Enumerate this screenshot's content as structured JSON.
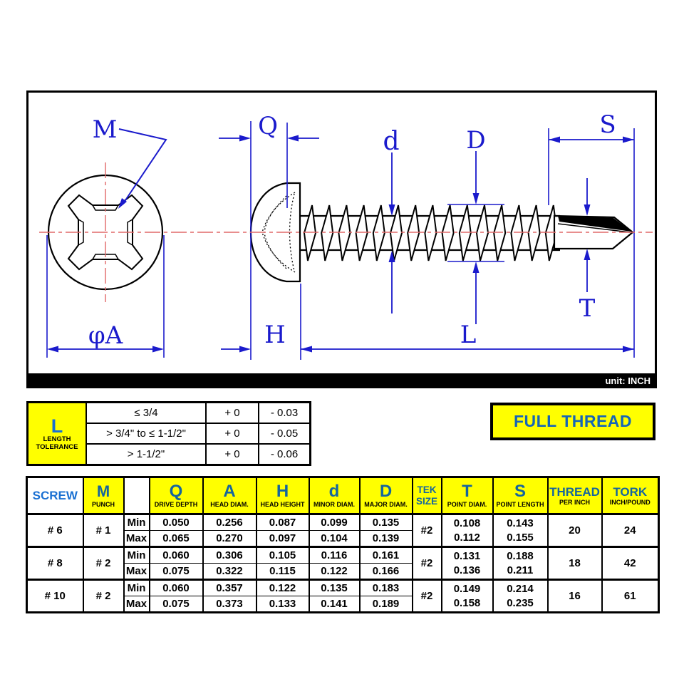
{
  "drawing": {
    "labels": {
      "m": "M",
      "q": "Q",
      "d": "d",
      "D": "D",
      "s": "S",
      "t": "T",
      "h": "H",
      "l": "L",
      "phiA": "φA"
    },
    "unit_note": "unit: INCH",
    "colors": {
      "dimension_blue": "#1a1acc",
      "centerline_red": "#e06868",
      "highlight_yellow": "#ffff00",
      "header_letter_blue": "#15659e",
      "screw_blue": "#1a70d2",
      "full_thread_blue": "#1565b8"
    }
  },
  "tolerance_table": {
    "symbol": "L",
    "title_line1": "LENGTH",
    "title_line2": "TOLERANCE",
    "rows": [
      {
        "range": "≤ 3/4",
        "plus": "+ 0",
        "minus": "- 0.03"
      },
      {
        "range": "> 3/4\" to ≤ 1-1/2\"",
        "plus": "+ 0",
        "minus": "- 0.05"
      },
      {
        "range": "> 1-1/2\"",
        "plus": "+ 0",
        "minus": "- 0.06"
      }
    ]
  },
  "full_thread_label": "FULL THREAD",
  "spec_table": {
    "headers": {
      "screw": "SCREW",
      "m": {
        "sym": "M",
        "sub": "PUNCH"
      },
      "q": {
        "sym": "Q",
        "sub": "DRIVE DEPTH"
      },
      "a": {
        "sym": "A",
        "sub": "HEAD DIAM."
      },
      "h": {
        "sym": "H",
        "sub": "HEAD HEIGHT"
      },
      "d": {
        "sym": "d",
        "sub": "MINOR DIAM."
      },
      "D": {
        "sym": "D",
        "sub": "MAJOR DIAM."
      },
      "tek": {
        "line1": "TEK",
        "line2": "SIZE"
      },
      "t": {
        "sym": "T",
        "sub": "POINT DIAM."
      },
      "s": {
        "sym": "S",
        "sub": "POINT LENGTH"
      },
      "thread": {
        "sym": "THREAD",
        "sub": "PER INCH"
      },
      "tork": {
        "sym": "TORK",
        "sub": "INCH/POUND"
      }
    },
    "min_label": "Min",
    "max_label": "Max",
    "rows": [
      {
        "screw": "# 6",
        "punch": "# 1",
        "tek": "#2",
        "thread": "20",
        "tork": "24",
        "min": {
          "q": "0.050",
          "a": "0.256",
          "h": "0.087",
          "d": "0.099",
          "D": "0.135"
        },
        "max": {
          "q": "0.065",
          "a": "0.270",
          "h": "0.097",
          "d": "0.104",
          "D": "0.139"
        },
        "t_min": "0.108",
        "t_max": "0.112",
        "s_min": "0.143",
        "s_max": "0.155"
      },
      {
        "screw": "# 8",
        "punch": "# 2",
        "tek": "#2",
        "thread": "18",
        "tork": "42",
        "min": {
          "q": "0.060",
          "a": "0.306",
          "h": "0.105",
          "d": "0.116",
          "D": "0.161"
        },
        "max": {
          "q": "0.075",
          "a": "0.322",
          "h": "0.115",
          "d": "0.122",
          "D": "0.166"
        },
        "t_min": "0.131",
        "t_max": "0.136",
        "s_min": "0.188",
        "s_max": "0.211"
      },
      {
        "screw": "# 10",
        "punch": "# 2",
        "tek": "#2",
        "thread": "16",
        "tork": "61",
        "min": {
          "q": "0.060",
          "a": "0.357",
          "h": "0.122",
          "d": "0.135",
          "D": "0.183"
        },
        "max": {
          "q": "0.075",
          "a": "0.373",
          "h": "0.133",
          "d": "0.141",
          "D": "0.189"
        },
        "t_min": "0.149",
        "t_max": "0.158",
        "s_min": "0.214",
        "s_max": "0.235"
      }
    ]
  }
}
